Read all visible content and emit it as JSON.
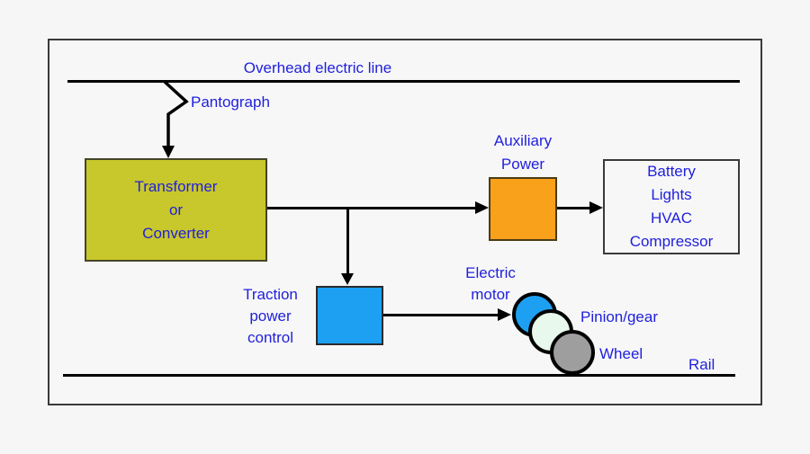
{
  "labels": {
    "overhead_line": "Overhead electric line",
    "pantograph": "Pantograph",
    "auxiliary_power": {
      "line1": "Auxiliary",
      "line2": "Power"
    },
    "traction": {
      "line1": "Traction",
      "line2": "power",
      "line3": "control"
    },
    "electric_motor": {
      "line1": "Electric",
      "line2": "motor"
    },
    "pinion_gear": "Pinion/gear",
    "wheel": "Wheel",
    "rail": "Rail"
  },
  "boxes": {
    "transformer": {
      "lines": [
        "Transformer",
        "or",
        "Converter"
      ],
      "color": "#c8c72b"
    },
    "auxiliary_power": {
      "color": "#f9a11b"
    },
    "battery": {
      "lines": [
        "Battery",
        "Lights",
        "HVAC",
        "Compressor"
      ],
      "color": "#f7f7f7"
    },
    "traction_power_control": {
      "color": "#1da0f2"
    }
  },
  "nodes": {
    "electric_motor": {
      "color": "#1da0f2"
    },
    "pinion_gear": {
      "color": "#e9f8ec"
    },
    "wheel": {
      "color": "#9e9e9e"
    }
  },
  "colors": {
    "label_text": "#1f1fdd",
    "line": "#000000",
    "page_background": "#f5f6f5",
    "frame_background": "#f7f7f7",
    "frame_border": "#3a3a3a"
  }
}
